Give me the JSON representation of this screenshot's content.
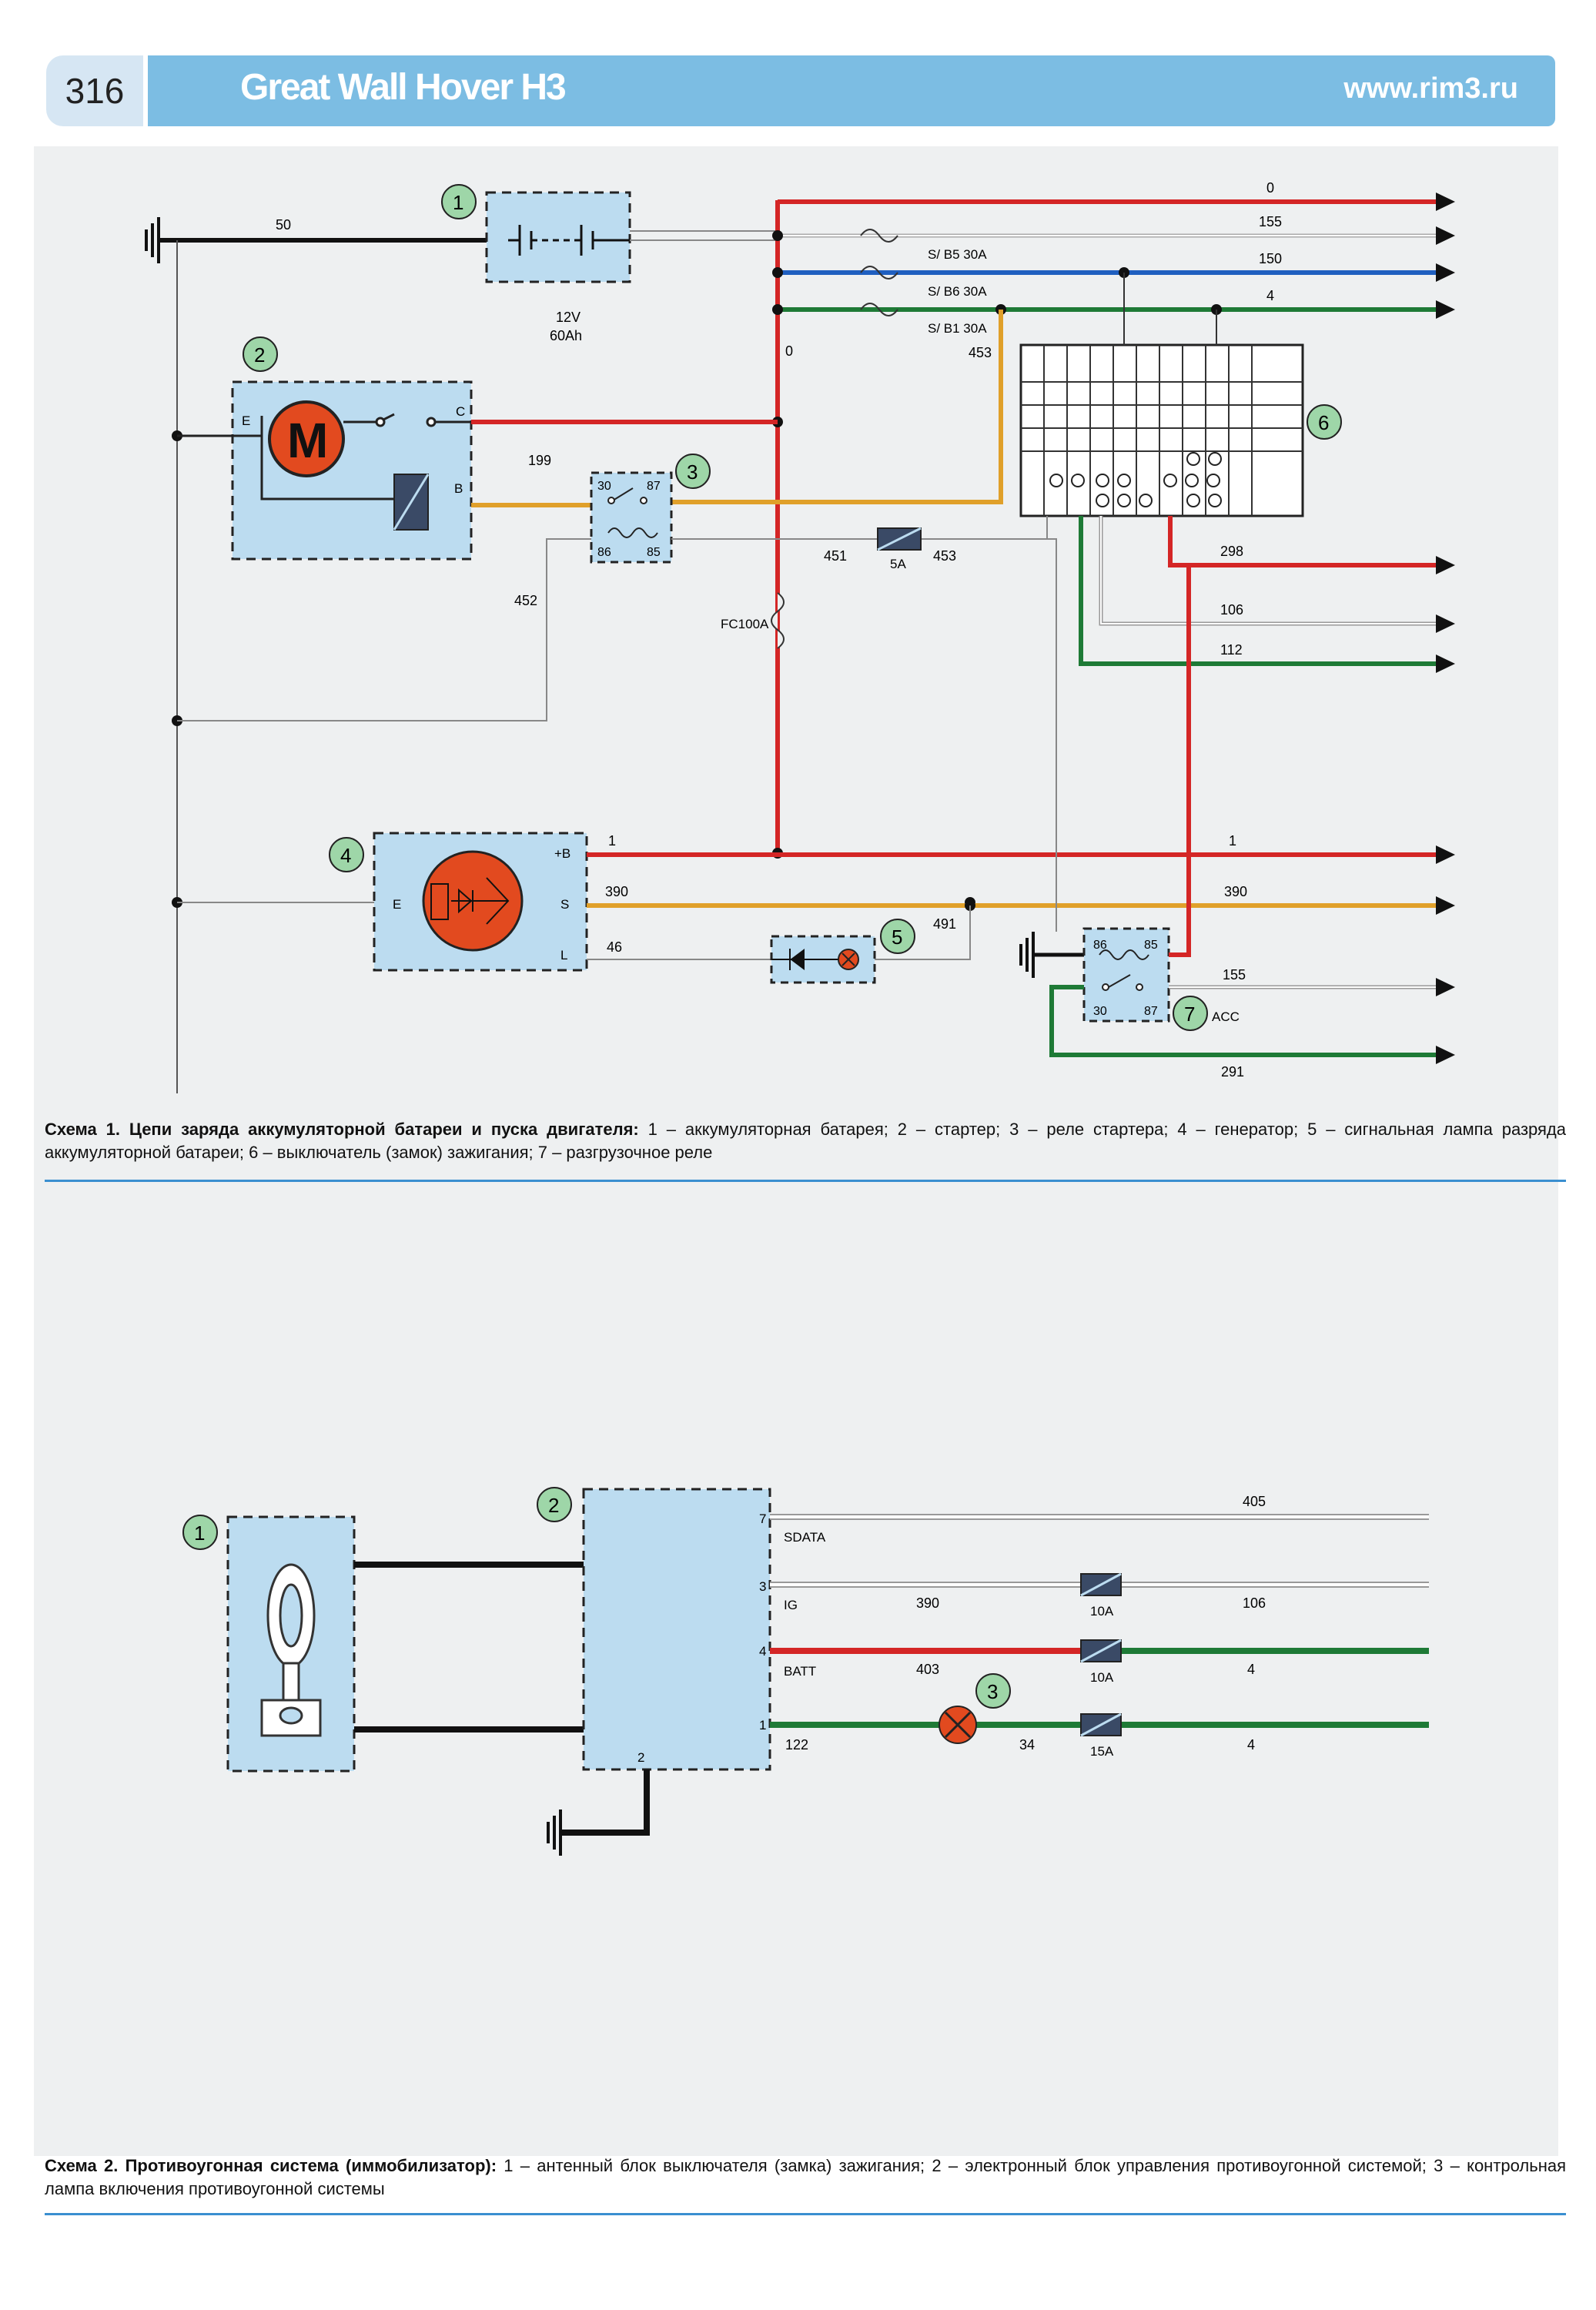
{
  "header": {
    "page_number": "316",
    "title": "Great Wall Hover H3",
    "site": "www.rim3.ru"
  },
  "diagram1": {
    "callouts": [
      "1",
      "2",
      "3",
      "4",
      "5",
      "6",
      "7"
    ],
    "battery": {
      "line1": "12V",
      "line2": "60Ah"
    },
    "wires": {
      "w50": "50",
      "w0_top": "0",
      "w0_vert": "0",
      "w155_top": "155",
      "w150": "150",
      "w4_top": "4",
      "w453_fuse": "453",
      "w199": "199",
      "w451": "451",
      "w453_mid": "453",
      "w452": "452",
      "w298": "298",
      "w106": "106",
      "w112": "112",
      "w1_left": "1",
      "w1_right": "1",
      "w390_left": "390",
      "w390_right": "390",
      "w46": "46",
      "w491": "491",
      "w155_bot": "155",
      "w291": "291"
    },
    "fuses": {
      "sb5": "S/ B5 30A",
      "sb6": "S/ B6 30A",
      "sb1": "S/ B1 30A",
      "f5a": "5A",
      "fc100": "FC100A"
    },
    "starter_pins": {
      "e": "E",
      "c": "C",
      "b": "B",
      "motor": "M"
    },
    "relay3_pins": {
      "p30": "30",
      "p87": "87",
      "p86": "86",
      "p85": "85"
    },
    "gen_pins": {
      "b": "+B",
      "s": "S",
      "l": "L",
      "e": "E"
    },
    "relay7_pins": {
      "p86": "86",
      "p85": "85",
      "p30": "30",
      "p87": "87",
      "acc": "ACC"
    }
  },
  "caption1": {
    "bold": "Схема 1. Цепи заряда аккумуляторной батареи и пуска двигателя:",
    "text": " 1 – аккумуляторная батарея; 2 – стартер; 3 – реле стартера; 4 – генератор; 5 – сигнальная лампа разряда аккумуляторной батареи; 6 – выключатель (замок) зажигания; 7 – разгрузочное реле"
  },
  "diagram2": {
    "callouts": [
      "1",
      "2",
      "3"
    ],
    "pins": {
      "p7": "7",
      "p3": "3",
      "p4": "4",
      "p1": "1",
      "p2": "2"
    },
    "signals": {
      "sdata": "SDATA",
      "ig": "IG",
      "batt": "BATT"
    },
    "wires": {
      "w405": "405",
      "w390": "390",
      "w106": "106",
      "w403": "403",
      "w4a": "4",
      "w122": "122",
      "w34": "34",
      "w4b": "4"
    },
    "fuses": {
      "f1": "10A",
      "f2": "10A",
      "f3": "15A"
    }
  },
  "caption2": {
    "bold": "Схема 2. Противоугонная система (иммобилизатор):",
    "text": " 1 – антенный блок выключателя (замка) зажигания; 2 – электронный блок управления противоугонной системой; 3 – контрольная лампа включения противоугонной системы"
  },
  "colors": {
    "red": "#d42626",
    "blue": "#1f5fc0",
    "green": "#1e7a36",
    "orange": "#e0a02a",
    "callout": "#9ed6a8",
    "component": "#bcdcf0",
    "accent": "#3a8fd0",
    "black": "#111111"
  }
}
